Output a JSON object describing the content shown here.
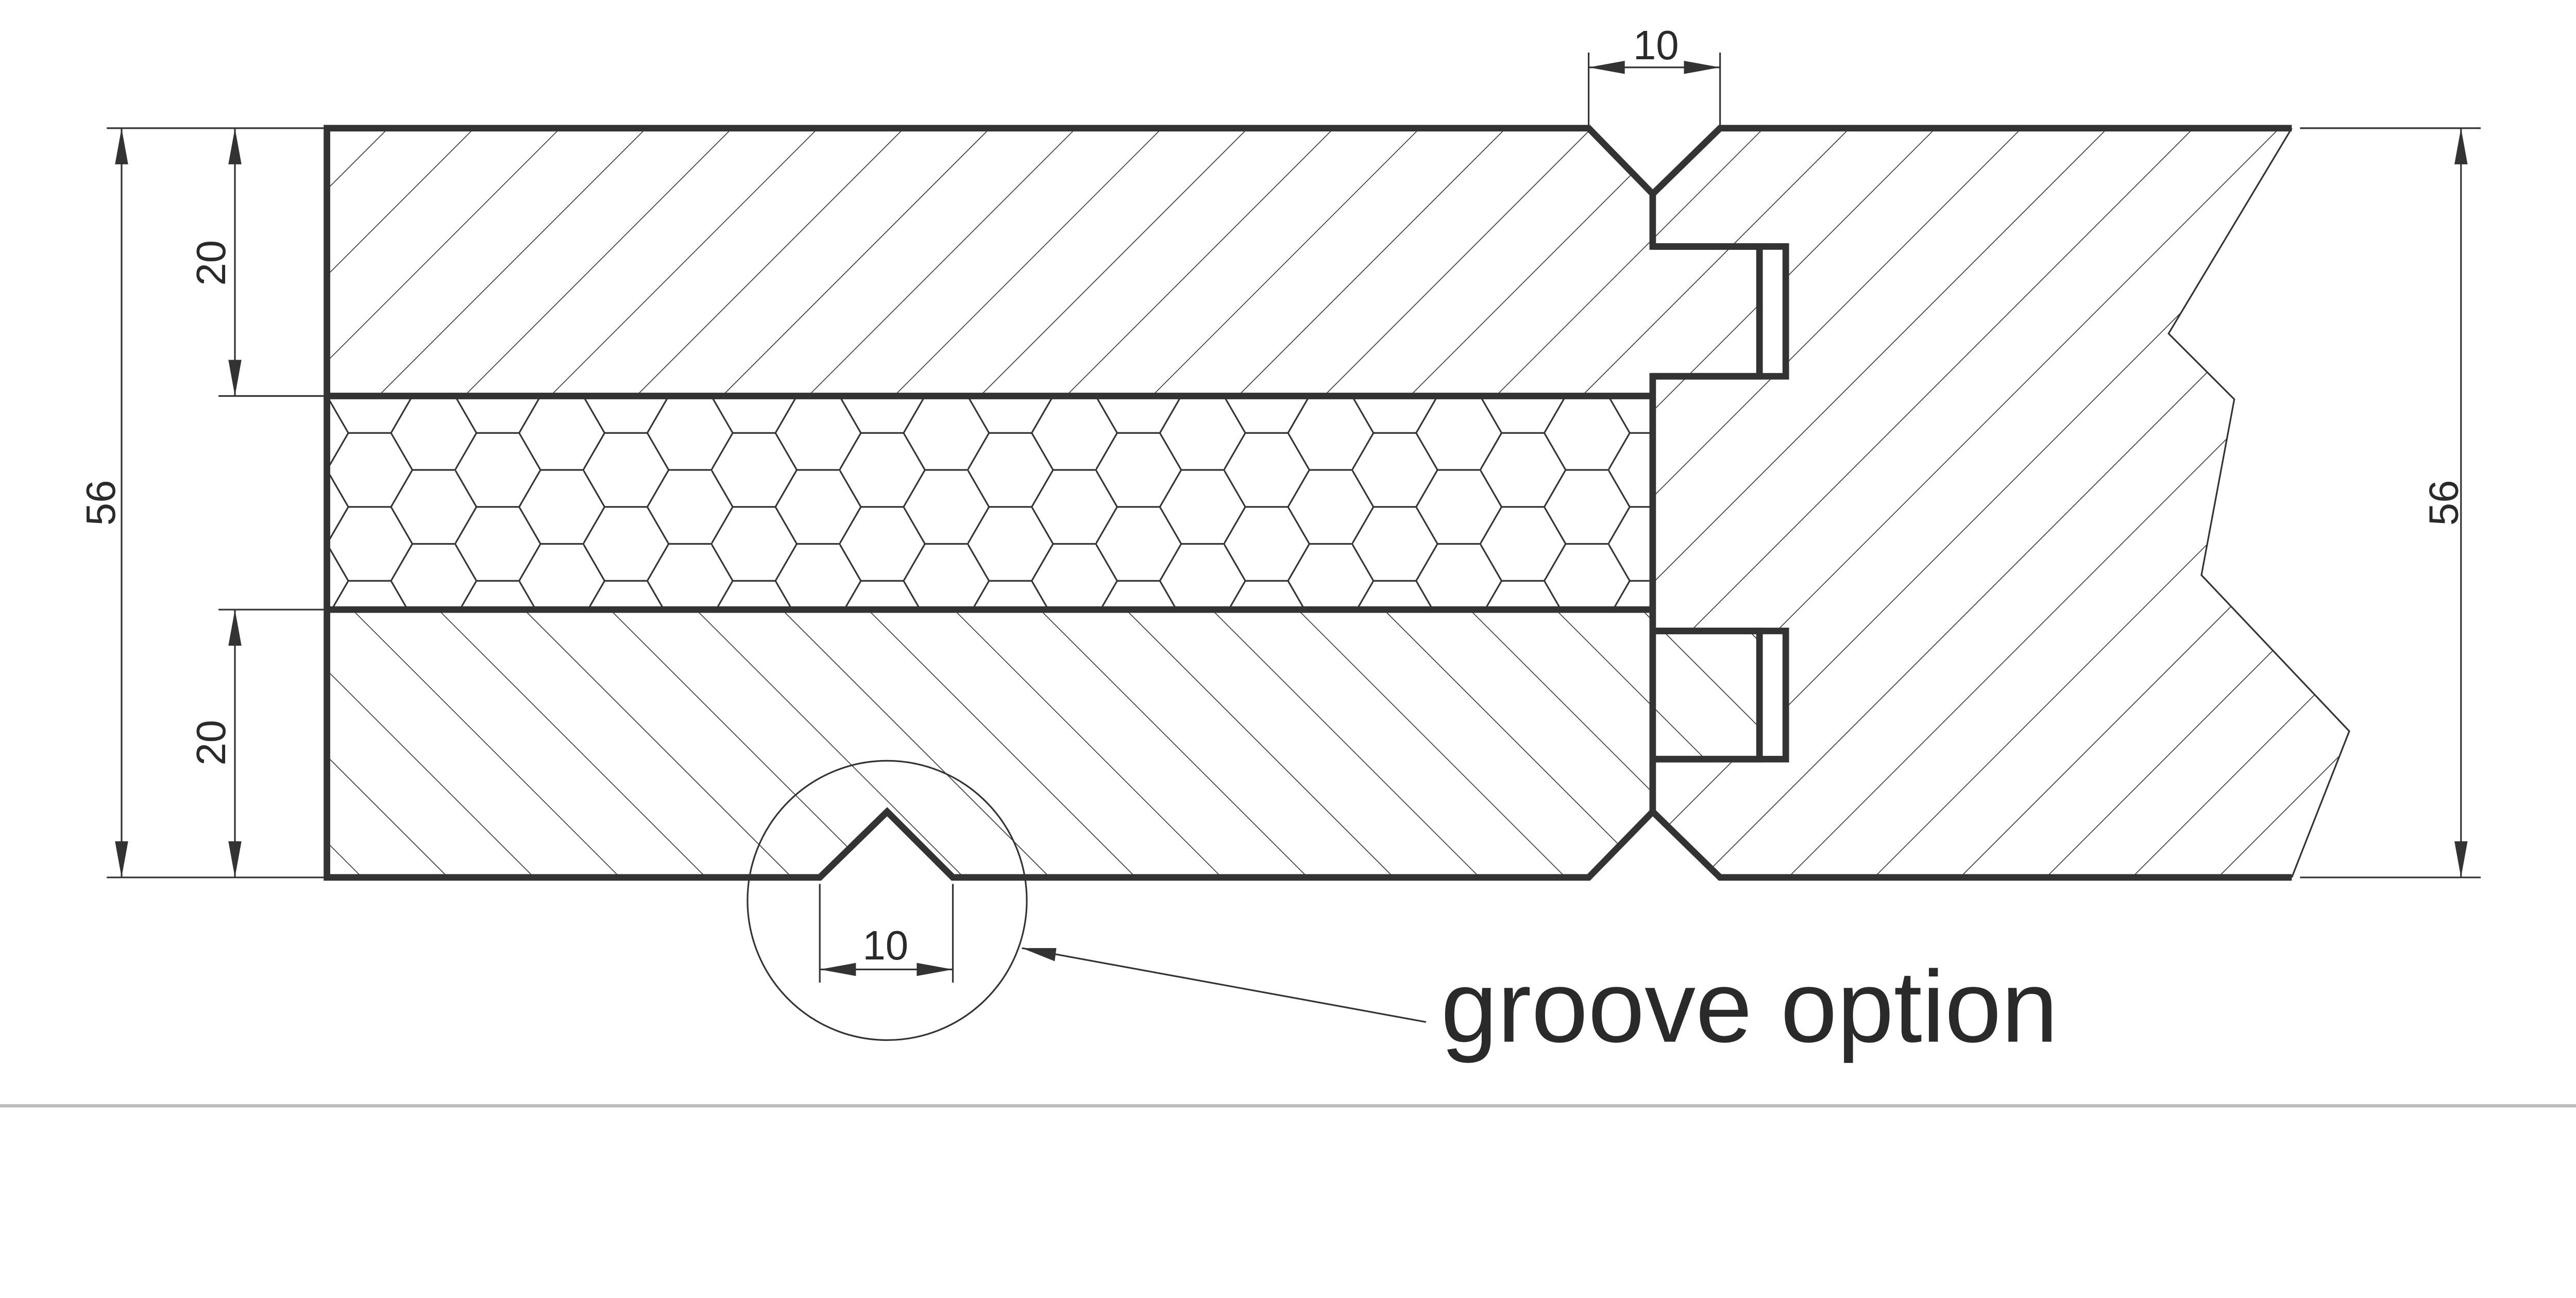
{
  "drawing": {
    "dimensions": {
      "total_thickness_left": "56",
      "total_thickness_right": "56",
      "top_skin": "20",
      "bottom_skin": "20",
      "v_joint_width": "10",
      "groove_width": "10"
    },
    "callout": "groove option",
    "colors": {
      "line": "#333333",
      "background": "#ffffff"
    }
  }
}
